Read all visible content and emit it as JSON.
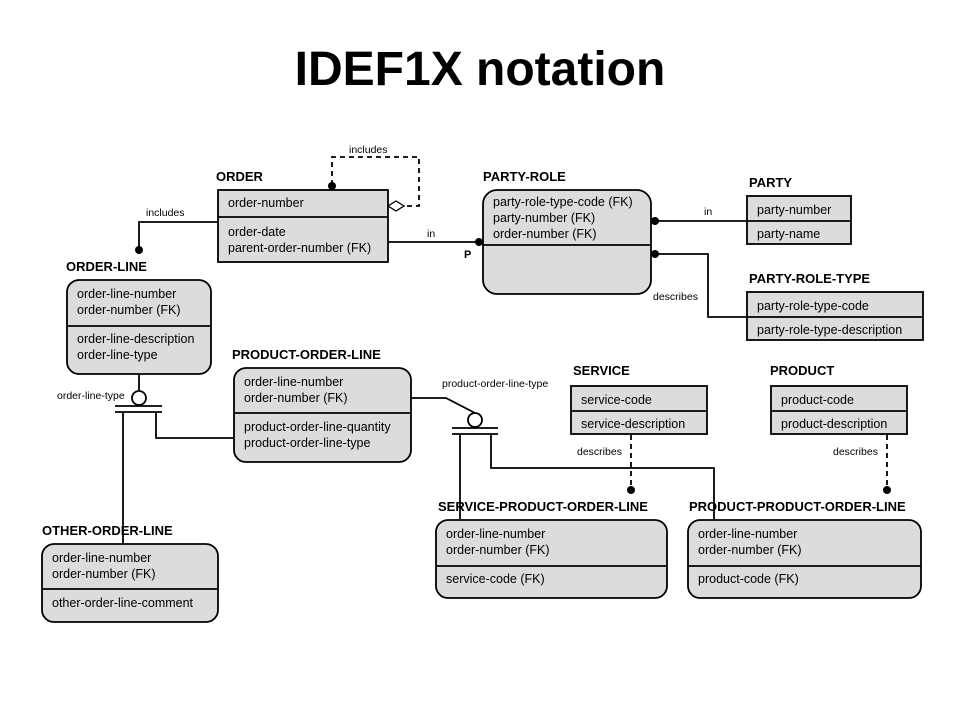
{
  "title": "IDEF1X notation",
  "entities": {
    "order": {
      "name": "ORDER",
      "key": [
        "order-number"
      ],
      "attrs": [
        "order-date",
        "parent-order-number (FK)"
      ]
    },
    "party_role": {
      "name": "PARTY-ROLE",
      "key": [
        "party-role-type-code (FK)",
        "party-number (FK)",
        "order-number (FK)"
      ],
      "attrs": []
    },
    "party": {
      "name": "PARTY",
      "key": [
        "party-number"
      ],
      "attrs": [
        "party-name"
      ]
    },
    "party_role_type": {
      "name": "PARTY-ROLE-TYPE",
      "key": [
        "party-role-type-code"
      ],
      "attrs": [
        "party-role-type-description"
      ]
    },
    "order_line": {
      "name": "ORDER-LINE",
      "key": [
        "order-line-number",
        "order-number (FK)"
      ],
      "attrs": [
        "order-line-description",
        "order-line-type"
      ]
    },
    "product_order_line": {
      "name": "PRODUCT-ORDER-LINE",
      "key": [
        "order-line-number",
        "order-number (FK)"
      ],
      "attrs": [
        "product-order-line-quantity",
        "product-order-line-type"
      ]
    },
    "service": {
      "name": "SERVICE",
      "key": [
        "service-code"
      ],
      "attrs": [
        "service-description"
      ]
    },
    "product": {
      "name": "PRODUCT",
      "key": [
        "product-code"
      ],
      "attrs": [
        "product-description"
      ]
    },
    "other_order_line": {
      "name": "OTHER-ORDER-LINE",
      "key": [
        "order-line-number",
        "order-number (FK)"
      ],
      "attrs": [
        "other-order-line-comment"
      ]
    },
    "service_product_order_line": {
      "name": "SERVICE-PRODUCT-ORDER-LINE",
      "key": [
        "order-line-number",
        "order-number (FK)"
      ],
      "attrs": [
        "service-code (FK)"
      ]
    },
    "product_product_order_line": {
      "name": "PRODUCT-PRODUCT-ORDER-LINE",
      "key": [
        "order-line-number",
        "order-number (FK)"
      ],
      "attrs": [
        "product-code (FK)"
      ]
    }
  },
  "labels": {
    "includes_self": "includes",
    "includes_line": "includes",
    "order_in": "in",
    "party_in": "in",
    "cardinality_p": "P",
    "describes_role": "describes",
    "order_line_type": "order-line-type",
    "product_order_line_type": "product-order-line-type",
    "describes_service": "describes",
    "describes_product": "describes"
  }
}
